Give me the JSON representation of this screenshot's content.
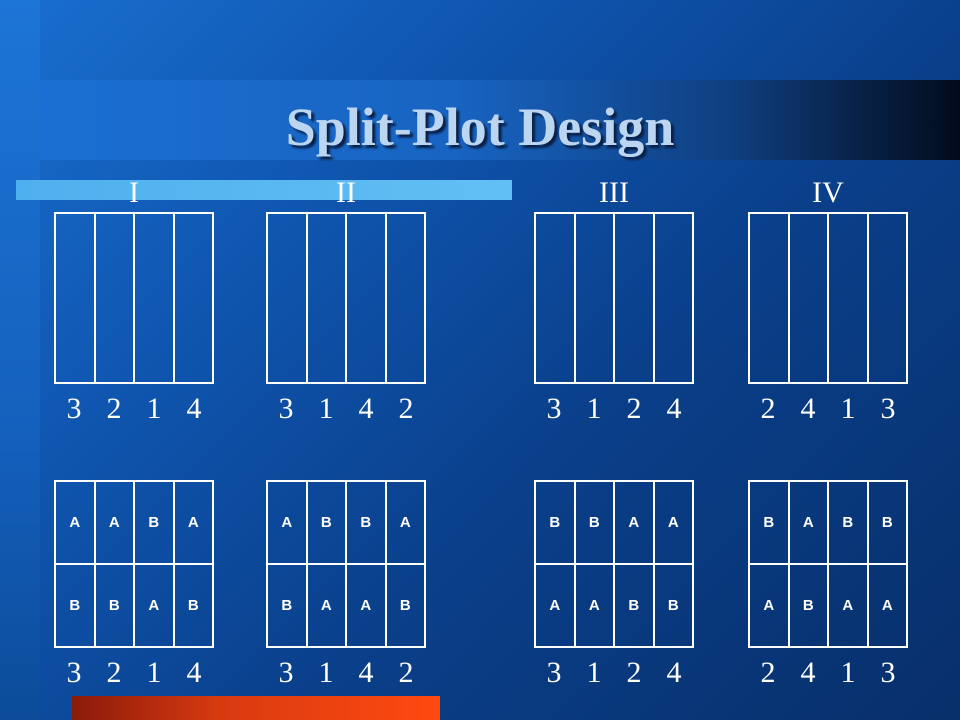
{
  "title": "Split-Plot Design",
  "blocks": [
    {
      "label": "I",
      "order": [
        "3",
        "2",
        "1",
        "4"
      ],
      "sub_rows": [
        [
          "A",
          "A",
          "B",
          "A"
        ],
        [
          "B",
          "B",
          "A",
          "B"
        ]
      ]
    },
    {
      "label": "II",
      "order": [
        "3",
        "1",
        "4",
        "2"
      ],
      "sub_rows": [
        [
          "A",
          "B",
          "B",
          "A"
        ],
        [
          "B",
          "A",
          "A",
          "B"
        ]
      ]
    },
    {
      "label": "III",
      "order": [
        "3",
        "1",
        "2",
        "4"
      ],
      "sub_rows": [
        [
          "B",
          "B",
          "A",
          "A"
        ],
        [
          "A",
          "A",
          "B",
          "B"
        ]
      ]
    },
    {
      "label": "IV",
      "order": [
        "2",
        "4",
        "1",
        "3"
      ],
      "sub_rows": [
        [
          "B",
          "A",
          "B",
          "B"
        ],
        [
          "A",
          "B",
          "A",
          "A"
        ]
      ]
    }
  ],
  "colors": {
    "background": "#0f56b0",
    "accent": "#62bff4",
    "highlight": "#ff4a10",
    "lines": "#ffffff"
  }
}
